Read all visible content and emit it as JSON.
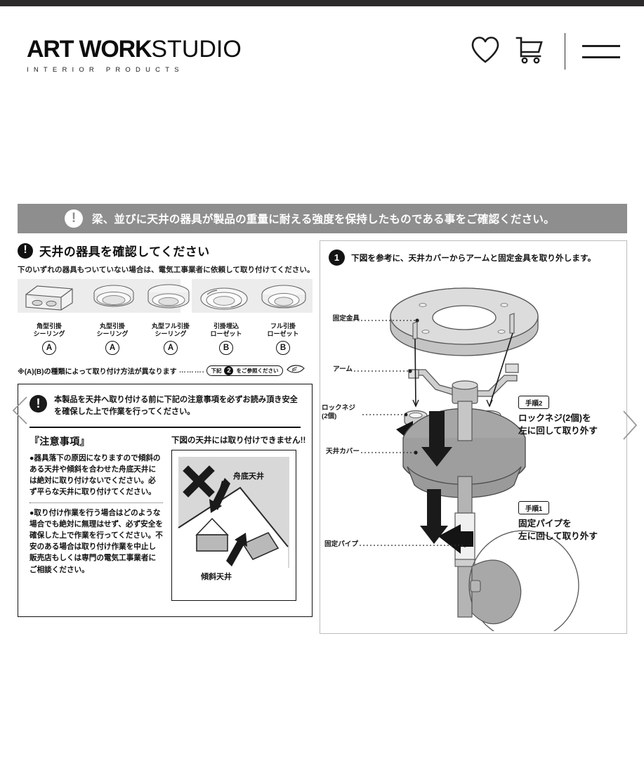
{
  "site": {
    "brand_bold": "ART WORK",
    "brand_light": "STUDIO",
    "brand_sub": "INTERIOR PRODUCTS",
    "icons": {
      "wishlist": "heart-icon",
      "cart": "cart-icon",
      "menu": "hamburger-menu-icon"
    }
  },
  "manual": {
    "ribbon": {
      "icon": "exclamation-icon",
      "icon_mark": "!",
      "text": "梁、並びに天井の器具が製品の重量に耐える強度を保持したものである事をご確認ください。"
    },
    "left": {
      "title_mark": "!",
      "title": "天井の器具を確認してください",
      "subtitle": "下のいずれの器具もついていない場合は、電気工事業者に依頼して取り付けてください。",
      "fixtures": [
        {
          "name": "角型引掛\nシーリング",
          "line1": "角型引掛",
          "line2": "シーリング",
          "type": "A"
        },
        {
          "name": "丸型引掛\nシーリング",
          "line1": "丸型引掛",
          "line2": "シーリング",
          "type": "A"
        },
        {
          "name": "丸型フル引掛\nシーリング",
          "line1": "丸型フル引掛",
          "line2": "シーリング",
          "type": "A"
        },
        {
          "name": "引掛埋込\nローゼット",
          "line1": "引掛埋込",
          "line2": "ローゼット",
          "type": "B"
        },
        {
          "name": "フル引掛\nローゼット",
          "line1": "フル引掛",
          "line2": "ローゼット",
          "type": "B"
        }
      ],
      "note_text": "※(A)(B)の種類によって取り付け方法が異なります",
      "note_dots": "……….",
      "pill_prefix": "下記",
      "pill_num": "2",
      "pill_suffix": "をご参照ください",
      "hand_icon": "pointing-hand-icon"
    },
    "caution": {
      "icon_mark": "!",
      "headline": "本製品を天井へ取り付ける前に下記の注意事項を必ずお読み頂き安全を確保した上で作業を行ってください。",
      "title": "『注意事項』",
      "bullet1": "●器具落下の原因になりますので傾斜のある天井や傾斜を合わせた舟底天井には絶対に取り付けないでください。必ず平らな天井に取り付けてください。",
      "bullet2": "●取り付け作業を行う場合はどのような場合でも絶対に無理はせず、必ず安全を確保した上で作業を行ってください。不安のある場合は取り付け作業を中止し販売店もしくは専門の電気工事業者にご相談ください。",
      "fig_title": "下図の天井には取り付けできません!!",
      "fig_mark": "X",
      "fig_label_top": "舟底天井",
      "fig_label_bottom": "傾斜天井"
    },
    "right": {
      "step_num": "1",
      "heading": "下図を参考に、天井カバーからアームと固定金具を取り外します。",
      "labels": {
        "bracket": "固定金具",
        "arm": "アーム",
        "lockscrew_l1": "ロックネジ",
        "lockscrew_l2": "(2個)",
        "ceiling_cover": "天井カバー",
        "fixed_pipe": "固定パイプ"
      },
      "steps": [
        {
          "tag": "手順2",
          "line1": "ロックネジ(2個)を",
          "line2": "左に回して取り外す"
        },
        {
          "tag": "手順1",
          "line1": "固定パイプを",
          "line2": "左に回して取り外す"
        }
      ]
    }
  },
  "colors": {
    "ribbon_bg": "#8e8e8e",
    "ink": "#111111",
    "panel_border": "#bdbdbd",
    "fixture_strip": "#ececec",
    "diagram_gray": "#9a9a9a",
    "diagram_light": "#d9d9d9"
  }
}
